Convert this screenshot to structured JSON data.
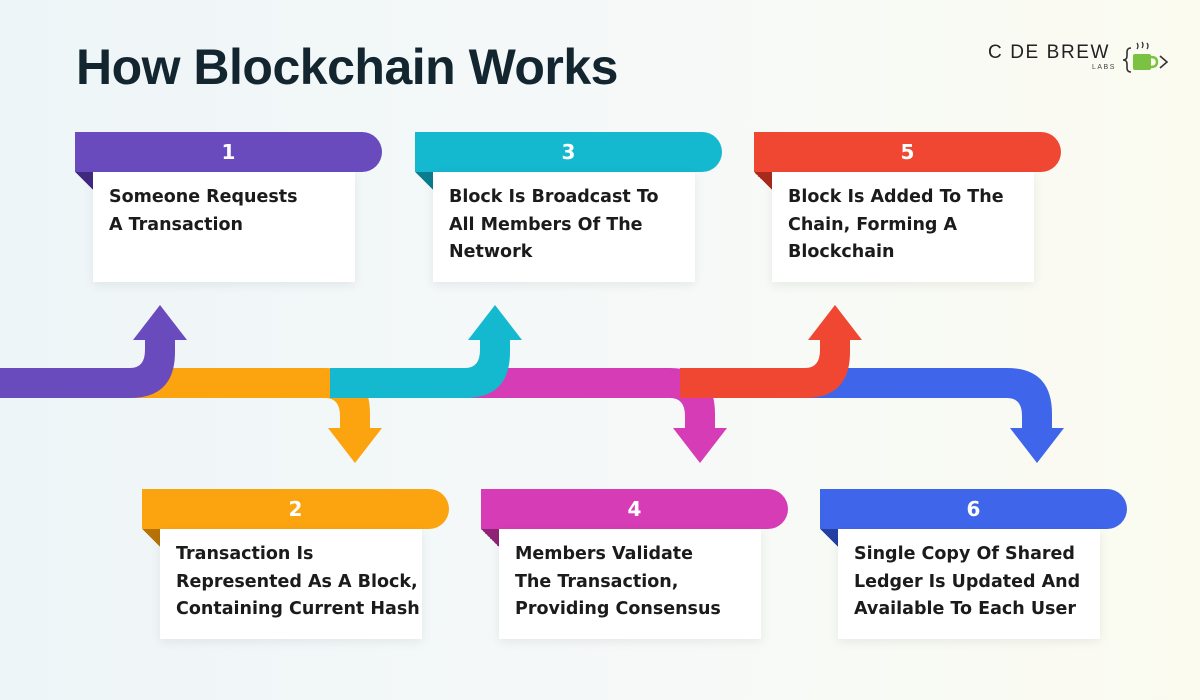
{
  "header": {
    "title": "How Blockchain Works"
  },
  "logo": {
    "name": "C DE BREW",
    "sub": "LABS"
  },
  "steps": [
    {
      "num": "1",
      "text": "Someone Requests\nA Transaction",
      "color": "#6a4bbd",
      "dark": "#3f2a80"
    },
    {
      "num": "2",
      "text": "Transaction Is\nRepresented As A Block,\nContaining Current Hash",
      "color": "#fba40f",
      "dark": "#b87306"
    },
    {
      "num": "3",
      "text": "Block Is Broadcast To\nAll Members Of The\nNetwork",
      "color": "#14b8cf",
      "dark": "#0a7d8e"
    },
    {
      "num": "4",
      "text": "Members Validate\nThe Transaction,\nProviding Consensus",
      "color": "#d63cb5",
      "dark": "#8f2378"
    },
    {
      "num": "5",
      "text": "Block Is Added To The\nChain, Forming A\nBlockchain",
      "color": "#f04733",
      "dark": "#a82a1c"
    },
    {
      "num": "6",
      "text": "Single Copy Of Shared\nLedger Is Updated And\nAvailable To Each User",
      "color": "#3f66ea",
      "dark": "#2440a3"
    }
  ]
}
